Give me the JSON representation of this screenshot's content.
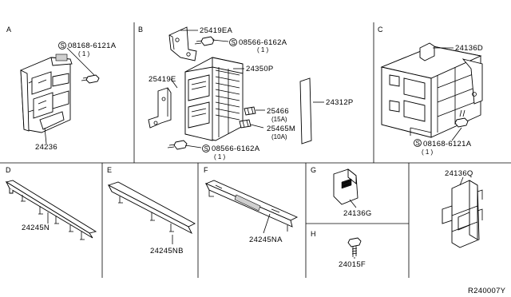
{
  "sections": {
    "a": "A",
    "b": "B",
    "c": "C",
    "d": "D",
    "e": "E",
    "f": "F",
    "g": "G",
    "h": "H"
  },
  "parts": {
    "a_bolt": "08168-6121A",
    "a_bolt_qty": "( 1 )",
    "a_box": "24236",
    "b_bracket": "25419EA",
    "b_screw_top": "08566-6162A",
    "b_screw_top_qty": "( 1 )",
    "b_block": "24350P",
    "b_bracket_left": "25419E",
    "b_cover": "24312P",
    "b_fuse_15": "25466",
    "b_fuse_15_amp": "(15A)",
    "b_fuse_10": "25465M",
    "b_fuse_10_amp": "(10A)",
    "b_screw_bottom": "08566-6162A",
    "b_screw_bottom_qty": "( 1 )",
    "c_clip": "24136D",
    "c_bolt": "08168-6121A",
    "c_bolt_qty": "( 1 )",
    "d_bracket": "24245N",
    "e_bracket": "24245NB",
    "f_bracket": "24245NA",
    "g_clip": "24136G",
    "h_bolt": "24015F",
    "protector": "24136Q"
  },
  "screw_symbol": "S",
  "reference_code": "R240007Y"
}
